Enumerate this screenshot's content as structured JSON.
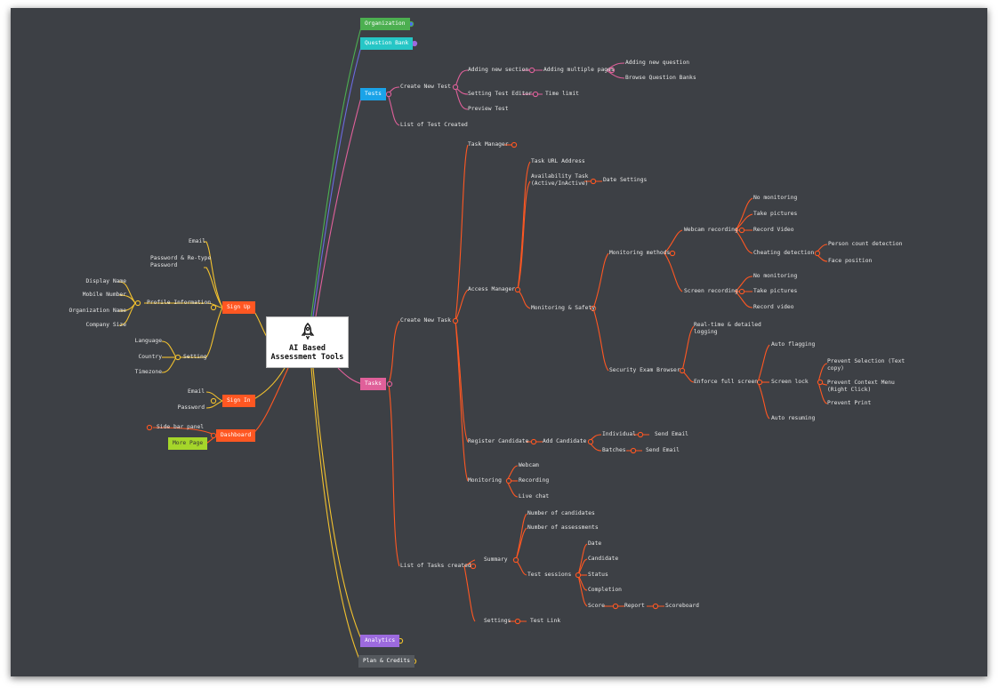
{
  "root": {
    "title": "AI Based\nAssessment Tools",
    "icon": "rocket-icon"
  },
  "colors": {
    "canvas": "#3d4045",
    "organization": "#4caf50",
    "question_bank": "#26c6c6",
    "tests": "#1aa3e8",
    "tasks": "#e0609a",
    "analytics": "#9c6ade",
    "plan": "#55595e",
    "sign_up": "#ff5722",
    "sign_in": "#ff5722",
    "dashboard": "#ff5722",
    "more_page": "#a5d62a",
    "yellow": "#f2c12e",
    "orange": "#ff5722",
    "pink": "#e0609a"
  },
  "branches": {
    "organization": "Organization",
    "question_bank": "Question Bank",
    "tests": "Tests",
    "tasks": "Tasks",
    "analytics": "Analytics",
    "plan": "Plan & Credits",
    "sign_up": "Sign Up",
    "sign_in": "Sign In",
    "dashboard": "Dashboard",
    "more_page": "More Page"
  },
  "sign_up": {
    "email": "Email",
    "password": "Password & Re-type\nPassword",
    "profile": "Profile Information",
    "display_name": "Display Name",
    "mobile": "Mobile Number",
    "org_name": "Organization Name",
    "company_size": "Company Size",
    "setting": "Setting",
    "language": "Language",
    "country": "Country",
    "timezone": "Timezone"
  },
  "sign_in": {
    "email": "Email",
    "password": "Password"
  },
  "dashboard": {
    "side_bar": "Side bar panel"
  },
  "tests": {
    "create": "Create New Test",
    "adding_section": "Adding new section",
    "adding_pages": "Adding multiple pages",
    "adding_question": "Adding new question",
    "browse_banks": "Browse Question Banks",
    "setting_editor": "Setting Test Editor",
    "time_limit": "Time limit",
    "preview": "Preview Test",
    "list": "List of Test Created"
  },
  "tasks": {
    "create": "Create New Task",
    "task_manager": "Task Manager",
    "access_manager": "Access Manager",
    "task_url": "Task URL Address",
    "availability": "Availability Task\n(Active/InActive)",
    "date_settings": "Date Settings",
    "monitoring_safety": "Monitoring & Safety",
    "monitoring_methods": "Monitoring methods",
    "webcam_recording": "Webcam recording",
    "no_monitoring_1": "No monitoring",
    "take_pictures_1": "Take pictures",
    "record_video_1": "Record Video",
    "cheating_detection": "Cheating detection",
    "person_count": "Person count detection",
    "face_position": "Face position",
    "screen_recording": "Screen recording",
    "no_monitoring_2": "No monitoring",
    "take_pictures_2": "Take pictures",
    "record_video_2": "Record video",
    "security_browser": "Security Exam Browser",
    "realtime_logging": "Real-time & detailed\nlogging",
    "enforce_full": "Enforce full screen",
    "auto_flagging": "Auto flagging",
    "screen_lock": "Screen lock",
    "prevent_selection": "Prevent Selection (Text\ncopy)",
    "prevent_context": "Prevent Context Menu\n(Right Click)",
    "prevent_print": "Prevent Print",
    "auto_resuming": "Auto resuming",
    "register": "Register Candidate",
    "add_candidate": "Add Candidate",
    "individual": "Individual",
    "send_email_1": "Send Email",
    "batches": "Batches",
    "send_email_2": "Send Email",
    "monitoring": "Monitoring",
    "webcam": "Webcam",
    "recording": "Recording",
    "live_chat": "Live chat",
    "list": "List of Tasks created",
    "summary": "Summary",
    "num_candidates": "Number of candidates",
    "num_assessments": "Number of assessments",
    "test_sessions": "Test sessions",
    "date": "Date",
    "candidate": "Candidate",
    "status": "Status",
    "completion": "Completion",
    "score": "Score",
    "report": "Report",
    "scoreboard": "Scoreboard",
    "settings": "Settings",
    "test_link": "Test Link"
  }
}
